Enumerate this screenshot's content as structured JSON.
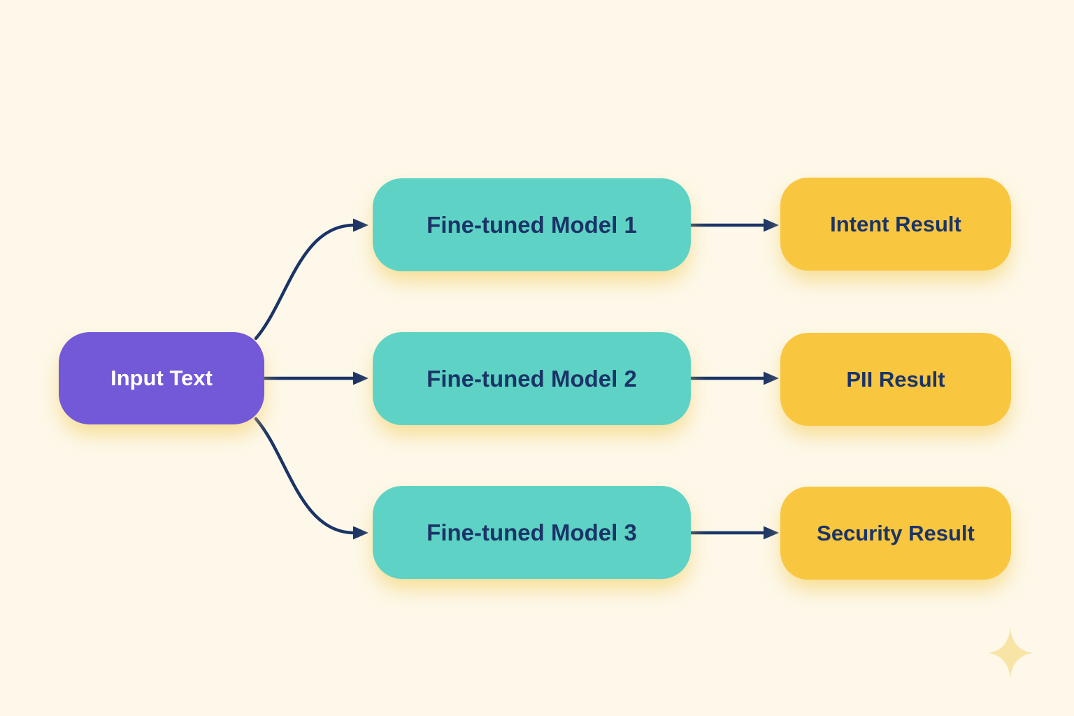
{
  "diagram": {
    "input": {
      "label": "Input Text"
    },
    "models": [
      {
        "label": "Fine-tuned Model 1"
      },
      {
        "label": "Fine-tuned Model 2"
      },
      {
        "label": "Fine-tuned Model 3"
      }
    ],
    "results": [
      {
        "label": "Intent Result"
      },
      {
        "label": "PII Result"
      },
      {
        "label": "Security Result"
      }
    ],
    "colors": {
      "background": "#fdf8e9",
      "input_bg": "#7358d8",
      "input_text": "#ffffff",
      "model_bg": "#5ed3c5",
      "result_bg": "#f9c63f",
      "label_text": "#1b3467",
      "arrow": "#1b3467",
      "glow": "#f4cd5e99",
      "sparkle": "#f8e5a6"
    },
    "icons": {
      "sparkle": "four-pointed-star"
    }
  }
}
